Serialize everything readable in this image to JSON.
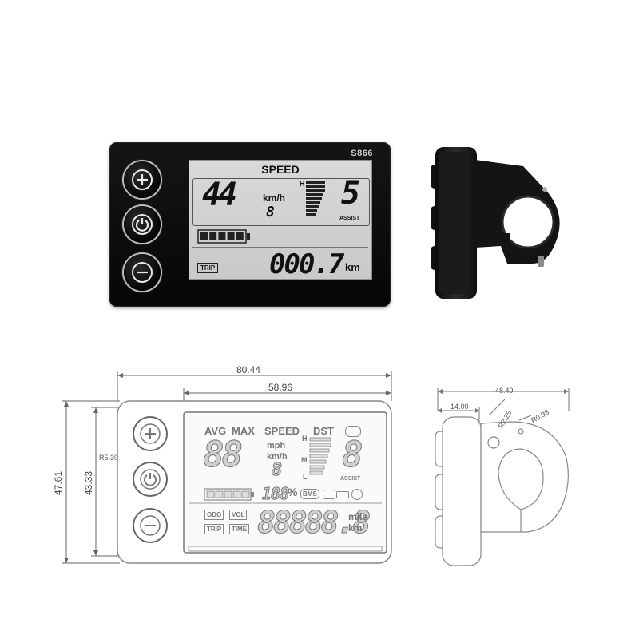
{
  "device": {
    "model": "S866",
    "lcd": {
      "mode_label": "SPEED",
      "speed": "44",
      "speed_decimal": "8",
      "speed_unit": "km/h",
      "assist_high_label": "H",
      "assist_level": "5",
      "assist_label": "ASSIST",
      "battery_fraction": 1.0,
      "trip_label": "TRIP",
      "odometer": "000.7",
      "odometer_unit": "km"
    }
  },
  "drawing": {
    "width_total": "80.44",
    "width_lcd": "58.96",
    "height_total": "47.61",
    "height_inner": "43.33",
    "corner_radius": "R5.30",
    "side_width": "48.49",
    "side_depth": "14.00",
    "hole_r1": "R2.25",
    "hole_r2": "R0.98",
    "lcd_labels": {
      "avg": "AVG",
      "max": "MAX",
      "speed": "SPEED",
      "dst": "DST",
      "mph": "mph",
      "kmh": "km/h",
      "h": "H",
      "m": "M",
      "l": "L",
      "assist": "ASSIST",
      "bms": "BMS",
      "odo": "ODO",
      "vol": "VOL",
      "trip": "TRIP",
      "time": "TIME",
      "mile": "mile",
      "km": "km",
      "percent": "%"
    },
    "seg_speed": "88",
    "seg_small": "8",
    "seg_assist": "8",
    "seg_percent": "188",
    "seg_odo": "88888.8"
  },
  "colors": {
    "bezel": "#0a0a0a",
    "lcd_bg": "#d2d2d2",
    "line": "#777777"
  }
}
